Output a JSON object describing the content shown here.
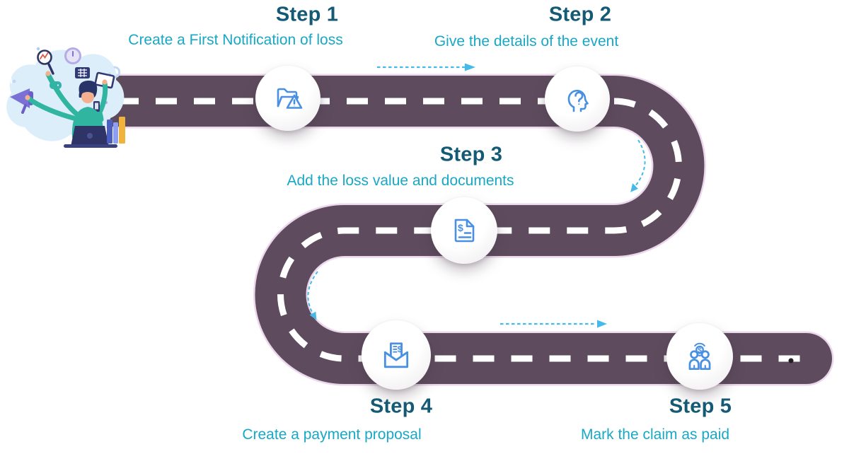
{
  "figure": {
    "type": "roadmap-process-diagram",
    "steps": [
      {
        "title": "Step 1",
        "description": "Create a First Notification of loss",
        "icon": "folder-alert-icon"
      },
      {
        "title": "Step 2",
        "description": "Give the details of the event",
        "icon": "head-question-icon"
      },
      {
        "title": "Step 3",
        "description": "Add the loss value and documents",
        "icon": "document-dollar-icon"
      },
      {
        "title": "Step 4",
        "description": "Create a payment proposal",
        "icon": "envelope-invoice-icon"
      },
      {
        "title": "Step 5",
        "description": "Mark the claim as paid",
        "icon": "people-payment-icon"
      }
    ],
    "colors": {
      "road": "#5e4c5e",
      "road_edge": "#ecd7ec",
      "road_dash": "#ffffff",
      "arrow": "#45b9e9",
      "step_title": "#155a74",
      "step_description": "#18a8c6",
      "icon_stroke": "#4a90e2"
    }
  }
}
